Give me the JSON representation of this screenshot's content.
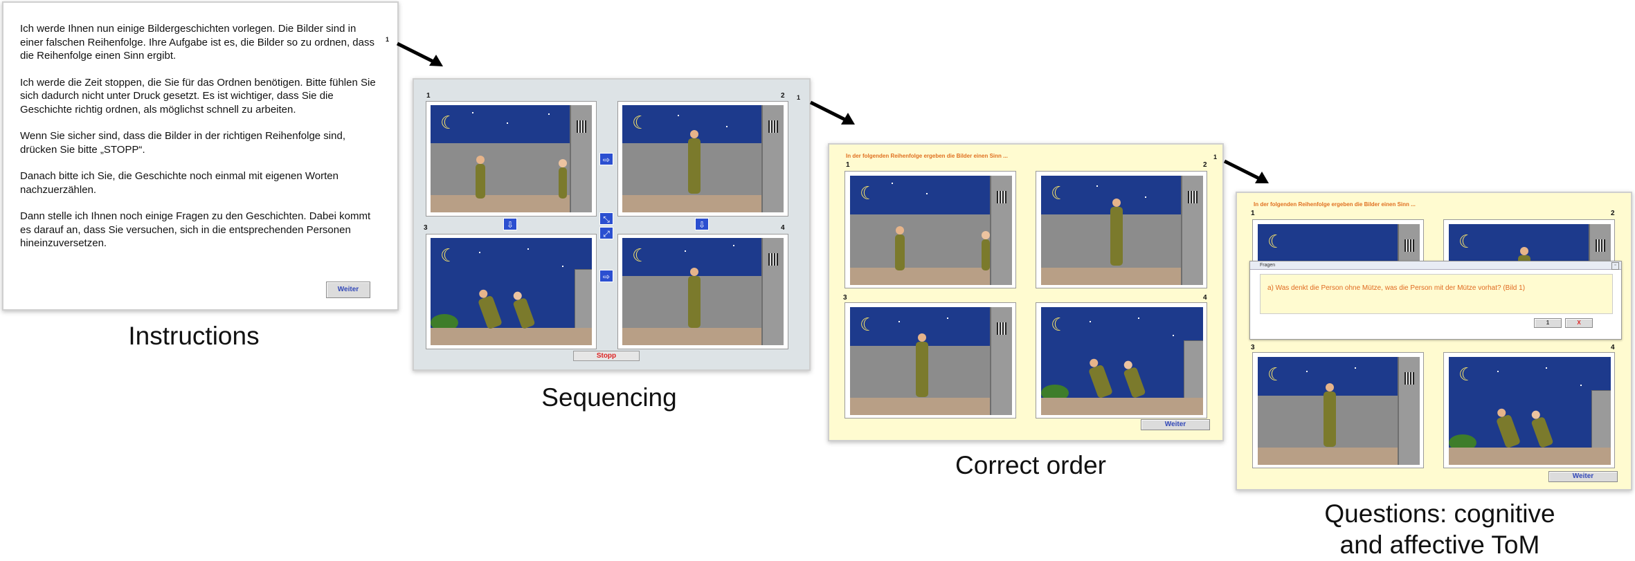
{
  "instructions": {
    "paragraphs": [
      "Ich werde Ihnen nun einige Bildergeschichten vorlegen. Die Bilder sind in einer falschen Reihenfolge. Ihre Aufgabe ist es, die Bilder so zu ordnen, dass die Reihenfolge einen Sinn ergibt.",
      "Ich werde die Zeit stoppen, die Sie für das Ordnen benötigen. Bitte fühlen Sie sich dadurch nicht unter Druck gesetzt. Es ist wichtiger, dass Sie die Geschichte richtig ordnen, als möglichst schnell zu arbeiten.",
      "Wenn Sie sicher sind, dass die Bilder in der richtigen Reihenfolge sind, drücken Sie bitte „STOPP“.",
      "Danach bitte ich Sie, die Geschichte noch einmal mit eigenen Worten nachzuerzählen.",
      "Dann stelle ich Ihnen noch einige Fragen zu den Geschichten. Dabei kommt es darauf an, dass Sie versuchen, sich in die entsprechenden Personen hineinzuversetzen."
    ],
    "continue_button": "Weiter",
    "corner_mark": "1",
    "caption": "Instructions"
  },
  "sequencing": {
    "frame_numbers": [
      "1",
      "2",
      "3",
      "4"
    ],
    "stop_button": "Stopp",
    "corner_mark": "1",
    "caption": "Sequencing"
  },
  "correct_order": {
    "header_text": "In der folgenden Reihenfolge ergeben die Bilder einen Sinn ...",
    "frame_numbers": [
      "1",
      "2",
      "3",
      "4"
    ],
    "continue_button": "Weiter",
    "corner_mark": "1",
    "caption": "Correct order"
  },
  "questions": {
    "header_text": "In der folgenden Reihenfolge ergeben die Bilder einen Sinn ...",
    "frame_numbers": [
      "1",
      "2",
      "3",
      "4"
    ],
    "dialog_title": "Fragen",
    "dialog_question": "a) Was denkt die Person ohne Mütze, was die Person mit der Mütze vorhat? (Bild 1)",
    "dialog_buttons": [
      "1",
      "X"
    ],
    "continue_button": "Weiter",
    "caption_line1": "Questions: cognitive",
    "caption_line2": "and affective ToM"
  },
  "colors": {
    "sky": "#1d3a8c",
    "wall": "#8c8c8c",
    "ground": "#b89f86",
    "panel_yellow": "#fffbd0",
    "sequencing_bg": "#dde3e6",
    "orange_text": "#e07020"
  }
}
